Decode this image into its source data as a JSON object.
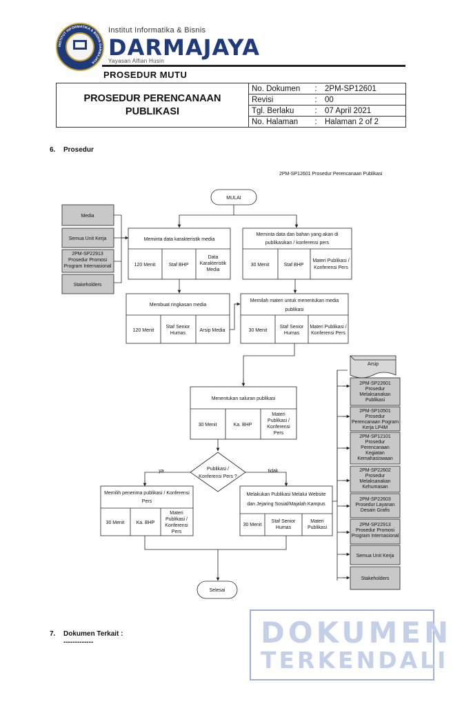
{
  "header": {
    "institute": "Institut Informatika & Bisnis",
    "brand": "DARMAJAYA",
    "foundation": "Yayasan Alfian Husin",
    "logo_text": "INSTITUT INFORMATIKA & BISNIS DARMAJAYA",
    "quality_title": "PROSEDUR MUTU",
    "doc_title_line1": "PROSEDUR PERENCANAAN",
    "doc_title_line2": "PUBLIKASI",
    "meta": [
      {
        "key": "No. Dokumen",
        "sep": ":",
        "value": "2PM-SP12601"
      },
      {
        "key": "Revisi",
        "sep": ":",
        "value": "00"
      },
      {
        "key": "Tgl. Berlaku",
        "sep": ":",
        "value": "07 April 2021"
      },
      {
        "key": "No. Halaman",
        "sep": ":",
        "value": "Halaman 2 of 2"
      }
    ]
  },
  "section6": {
    "number": "6.",
    "title": "Prosedur"
  },
  "flow_ref": "2PM-SP12601 Prosedur Perencanaan Publikasi",
  "flowchart": {
    "start": "MULAI",
    "end": "Selesai",
    "left_inputs": [
      "Media",
      "Semua Unit Kerja",
      "2PM-SP22913",
      "Prosedur Promosi",
      "Program Internasional",
      "Stakeholders"
    ],
    "box1": {
      "title": "Meminta data karakteristik media",
      "c1": "120 Menit",
      "c2": "Staf BHP",
      "c3a": "Data",
      "c3b": "Karakteristik",
      "c3c": "Media"
    },
    "box2": {
      "title_a": "Meminta data dan bahan yang akan di",
      "title_b": "publikasikan / konferensi pers",
      "c1": "30 Menit",
      "c2": "Staf BHP",
      "c3a": "Materi Publikasi /",
      "c3b": "Konferensi Pers"
    },
    "box3": {
      "title": "Membuat ringkasan media",
      "c1": "120 Menit",
      "c2a": "Staf Senior",
      "c2b": "Humas",
      "c3": "Arsip Media"
    },
    "box4": {
      "title_a": "Memilah materi untuk menentukan media",
      "title_b": "publikasi",
      "c1": "30 Menit",
      "c2a": "Staf Senior",
      "c2b": "Humas",
      "c3a": "Materi Publikasi /",
      "c3b": "Konferensi Pers"
    },
    "box5": {
      "title": "Menentukan saluran publikasi",
      "c1": "30 Menit",
      "c2": "Ka. BHP",
      "c3a": "Materi",
      "c3b": "Publikasi /",
      "c3c": "Konferensi",
      "c3d": "Pers"
    },
    "decision": {
      "line1": "Publikasi /",
      "line2": "Konferensi Pers ?",
      "yes": "ya",
      "no": "tidak"
    },
    "box6": {
      "title_a": "Memilih penerima publikasi / Konferensi",
      "title_b": "Pers",
      "c1": "30 Menit",
      "c2": "Ka. BHP",
      "c3a": "Materi",
      "c3b": "Publikasi /",
      "c3c": "Konferensi",
      "c3d": "Pers"
    },
    "box7": {
      "title_a": "Melakukan Publikasi Melalui Website",
      "title_b": "dan Jejaring Sosial/Majalah Kampus",
      "c1": "30 Menit",
      "c2a": "Staf Senior",
      "c2b": "Humas",
      "c3a": "Materi",
      "c3b": "Publikasi"
    },
    "right_outputs": {
      "arsip": "Arsip",
      "o1": [
        "2PM-SP22601",
        "Prosedur",
        "Melaksanakan",
        "Publikasi"
      ],
      "o2": [
        "2PM-SP10501",
        "Prosedur",
        "Perencanaan Pogram",
        "Kerja LP4M"
      ],
      "o3": [
        "2PM-SP12101",
        "Prosedur",
        "Perencanaan",
        "Kegiatan",
        "Kemahasiswaan"
      ],
      "o4": [
        "2PM-SP22602",
        "Prosedur",
        "Melaksanakan",
        "Kehumasan"
      ],
      "o5": [
        "2PM-SP22603",
        "Prosedur Layanan",
        "Desain Grafis"
      ],
      "o6": [
        "2PM-SP22913",
        "Prosedur Promosi",
        "Program Internasional"
      ],
      "o7": "Semua Unit Kerja",
      "o8": "Stakeholders"
    }
  },
  "section7": {
    "number": "7.",
    "title": "Dokumen Terkait :",
    "body": "-------------"
  },
  "stamp": {
    "line1": "DOKUMEN",
    "line2": "TERKENDALI"
  }
}
